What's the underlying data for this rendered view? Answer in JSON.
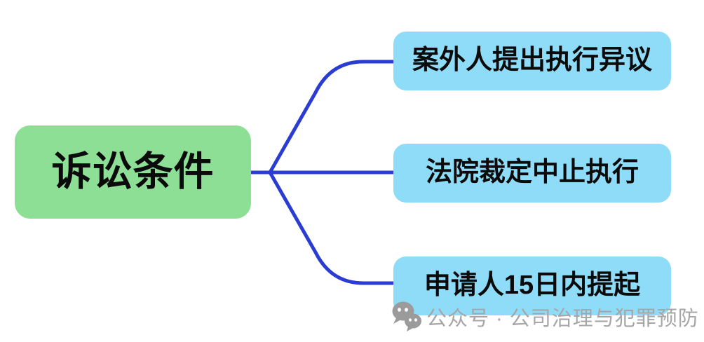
{
  "root": {
    "label": "诉讼条件"
  },
  "branches": [
    {
      "label": "案外人提出执行异议"
    },
    {
      "label": "法院裁定中止执行"
    },
    {
      "label": "申请人15日内提起"
    }
  ],
  "watermark": {
    "text": "公众号 · 公司治理与犯罪预防"
  },
  "colors": {
    "root_bg": "#8ddf96",
    "branch_bg": "#8edcf8",
    "connector": "#2b3cd2",
    "node_text": "#0b0b0b",
    "watermark_text": "#a6a6a6",
    "background": "#ffffff"
  }
}
